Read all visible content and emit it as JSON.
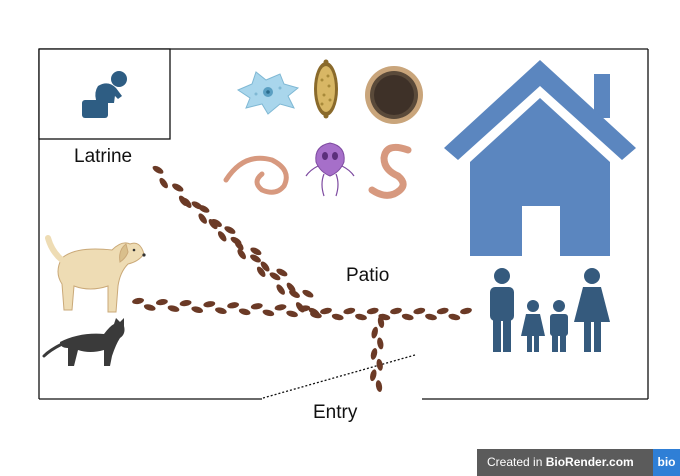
{
  "labels": {
    "latrine": "Latrine",
    "patio": "Patio",
    "entry": "Entry"
  },
  "badge": {
    "prefix": "Created in ",
    "brand": "BioRender.com",
    "logo": "bio"
  },
  "icons": [
    "person-on-toilet-icon",
    "amoeba-icon",
    "whipworm-egg-icon",
    "roundworm-egg-icon",
    "hookworm-larva-icon",
    "giardia-icon",
    "roundworm-icon",
    "house-icon",
    "dog-icon",
    "cat-icon",
    "family-icon"
  ],
  "colors": {
    "feces": "#6b3a26",
    "house": "#5b86bf",
    "family": "#355a7d",
    "latrine_icon": "#2e5d83",
    "worm": "#d7997f"
  }
}
